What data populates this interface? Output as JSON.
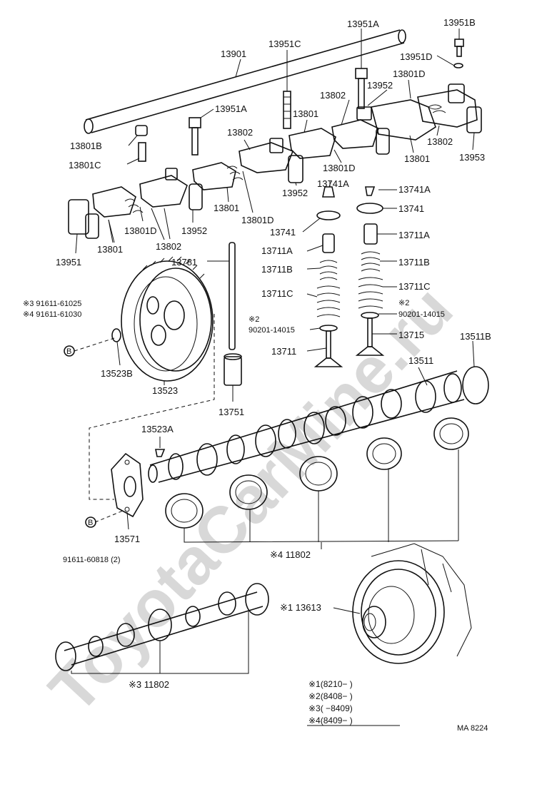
{
  "watermark": "ToyotaCarMine.ru",
  "figure_code": "MA  8224",
  "labels": {
    "p13901": "13901",
    "p13951C": "13951C",
    "p13951A_top": "13951A",
    "p13951B": "13951B",
    "p13951D": "13951D",
    "p13801D_top": "13801D",
    "p13802_top": "13802",
    "p13952_top": "13952",
    "p13801_mid": "13801",
    "p13951A_mid": "13951A",
    "p13801B": "13801B",
    "p13801C": "13801C",
    "p13802_mid": "13802",
    "p13802_right": "13802",
    "p13953": "13953",
    "p13801_right": "13801",
    "p13801D_mid": "13801D",
    "p13952_mid": "13952",
    "p13741A_left": "13741A",
    "p13741A_right": "13741A",
    "p13741_right": "13741",
    "p13801_low": "13801",
    "p13801D_low": "13801D",
    "p13741_left": "13741",
    "p13801D_left": "13801D",
    "p13952_low": "13952",
    "p13711A_right": "13711A",
    "p13951": "13951",
    "p13801_left": "13801",
    "p13802_left": "13802",
    "p13711A_left": "13711A",
    "p13781": "13781",
    "p13711B_left": "13711B",
    "p13711B_right": "13711B",
    "p13711C_left": "13711C",
    "p13711C_right": "13711C",
    "bolt3": "※3 91611-61025",
    "bolt4": "※4 91611-61030",
    "note2_right": "※2",
    "p90201_right": "90201-14015",
    "note2_left": "※2",
    "p90201_left": "90201-14015",
    "p13715": "13715",
    "p13711": "13711",
    "p13511B": "13511B",
    "p13523B": "13523B",
    "p13511": "13511",
    "p13523": "13523",
    "p13751": "13751",
    "p13523A": "13523A",
    "p13571": "13571",
    "p91611": "91611-60818 (2)",
    "p11802_4": "※4 11802",
    "p13613": "※1 13613",
    "p11802_3": "※3 11802",
    "circle_b": "B",
    "legend": [
      "※1(8210−        )",
      "※2(8408−        )",
      "※3(        −8409)",
      "※4(8409−        )"
    ]
  }
}
